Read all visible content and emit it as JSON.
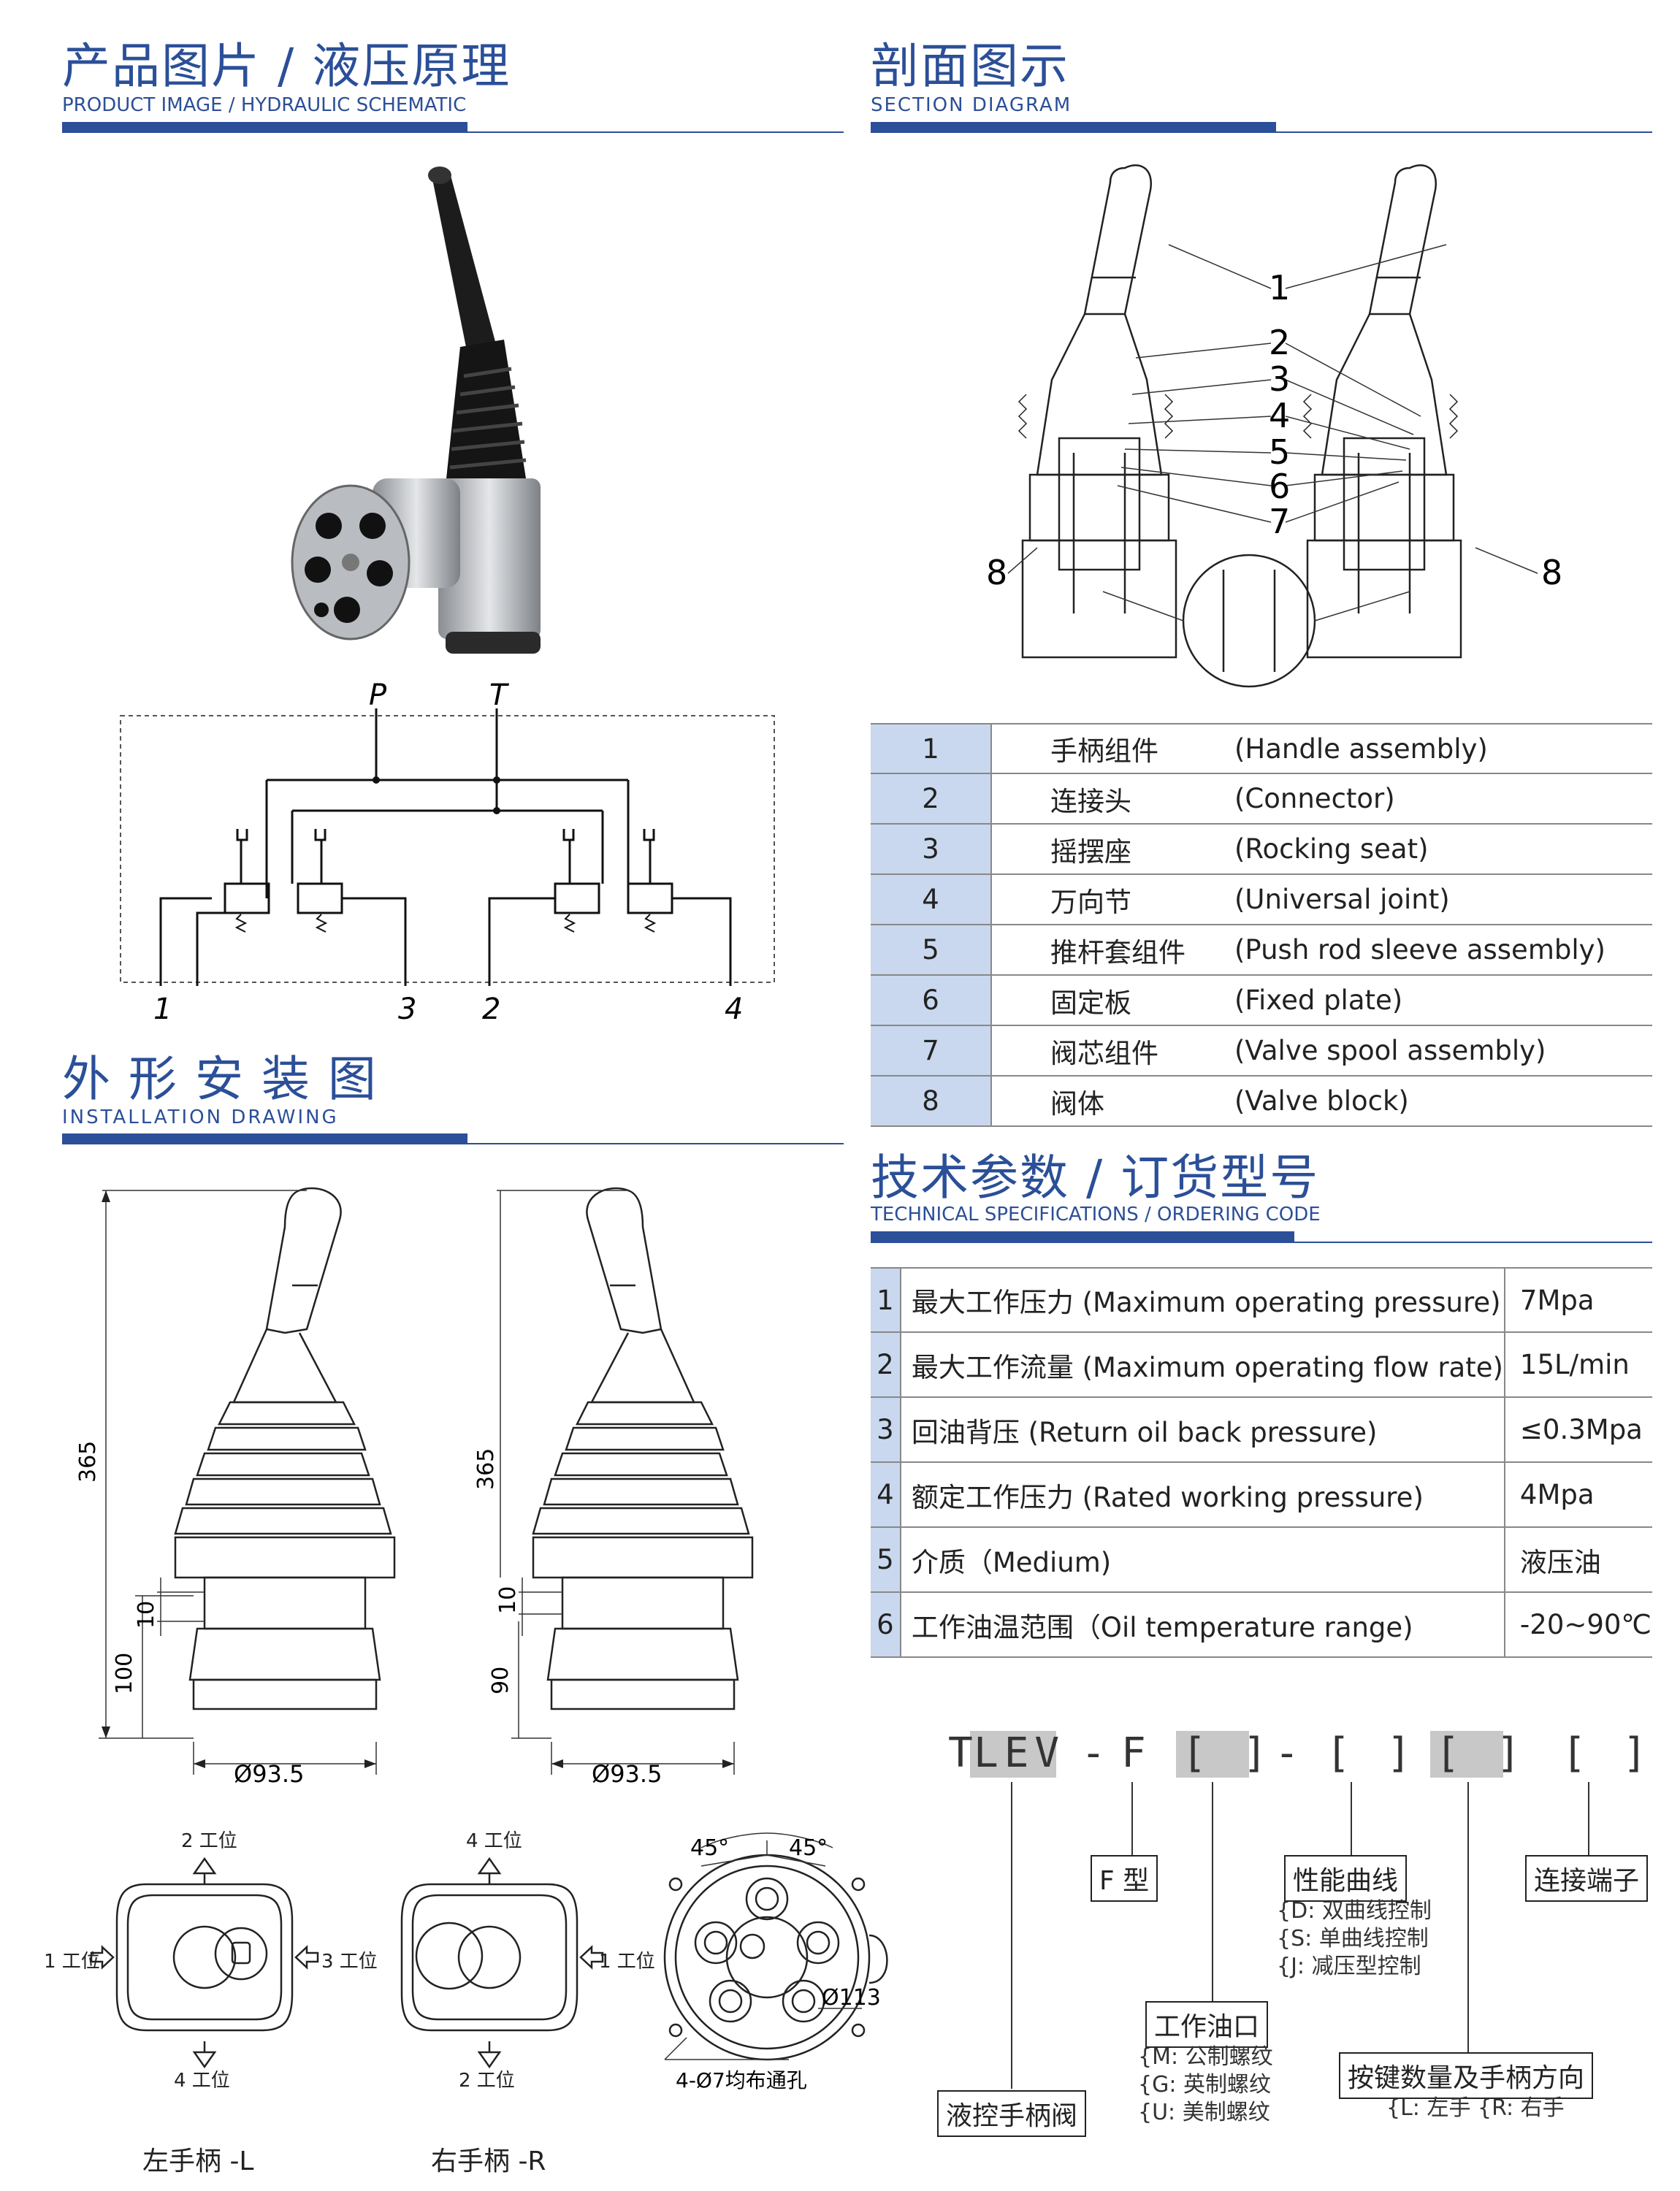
{
  "sections": {
    "product": {
      "cn": "产品图片 / 液压原理",
      "en": "PRODUCT IMAGE / HYDRAULIC SCHEMATIC"
    },
    "section": {
      "cn": "剖面图示",
      "en": "SECTION DIAGRAM"
    },
    "install": {
      "cn": "外 形 安 装 图",
      "en": "INSTALLATION DRAWING"
    },
    "specs": {
      "cn": "技术参数 / 订货型号",
      "en": "TECHNICAL SPECIFICATIONS / ORDERING CODE"
    }
  },
  "schematic": {
    "p": "P",
    "t": "T",
    "ports": [
      "1",
      "3",
      "2",
      "4"
    ]
  },
  "section_numbers": [
    "1",
    "2",
    "3",
    "4",
    "5",
    "6",
    "7",
    "8",
    "8"
  ],
  "parts": [
    {
      "no": "1",
      "cn": "手柄组件",
      "en": "(Handle assembly)"
    },
    {
      "no": "2",
      "cn": "连接头",
      "en": "(Connector)"
    },
    {
      "no": "3",
      "cn": "摇摆座",
      "en": "(Rocking seat)"
    },
    {
      "no": "4",
      "cn": "万向节",
      "en": "(Universal joint)"
    },
    {
      "no": "5",
      "cn": "推杆套组件",
      "en": "(Push rod sleeve assembly)"
    },
    {
      "no": "6",
      "cn": "固定板",
      "en": "(Fixed plate)"
    },
    {
      "no": "7",
      "cn": "阀芯组件",
      "en": "(Valve spool assembly)"
    },
    {
      "no": "8",
      "cn": "阀体",
      "en": "(Valve block)"
    }
  ],
  "specs": [
    {
      "no": "1",
      "desc": "最大工作压力 (Maximum operating pressure)",
      "val": "7Mpa"
    },
    {
      "no": "2",
      "desc": "最大工作流量 (Maximum operating flow rate)",
      "val": "15L/min"
    },
    {
      "no": "3",
      "desc": "回油背压 (Return oil back pressure)",
      "val": "≤0.3Mpa"
    },
    {
      "no": "4",
      "desc": "额定工作压力 (Rated working pressure)",
      "val": "4Mpa"
    },
    {
      "no": "5",
      "desc": "介质（Medium)",
      "val": "液压油"
    },
    {
      "no": "6",
      "desc": "工作油温范围（Oil temperature range)",
      "val": "-20~90℃"
    }
  ],
  "dimensions": {
    "left": {
      "height": "365",
      "d10": "10",
      "d100": "100",
      "dia": "Ø93.5"
    },
    "right": {
      "height": "365",
      "d10": "10",
      "d90": "90",
      "dia": "Ø93.5"
    },
    "base": {
      "angle1": "45°",
      "angle2": "45°",
      "dia": "Ø113",
      "holes": "4-Ø7均布通孔"
    }
  },
  "positions": {
    "left": {
      "top": "2 工位",
      "left": "1 工位",
      "right": "3 工位",
      "bottom": "4 工位",
      "caption": "左手柄 -L"
    },
    "right": {
      "top": "4 工位",
      "right": "1 工位",
      "bottom": "2 工位",
      "caption": "右手柄 -R"
    }
  },
  "ordering": {
    "code": {
      "t": "T",
      "lev": "LEV",
      "dash1": "-",
      "f": "F",
      "b1": "[ ]",
      "dash2": "-",
      "b2": "[ ]",
      "b3": "[ ]",
      "b4": "[ ]"
    },
    "labels": {
      "valve": "液控手柄阀",
      "ftype": "F 型",
      "port": "工作油口",
      "curve": "性能曲线",
      "buttons": "按键数量及手柄方向",
      "terminal": "连接端子"
    },
    "curve_opts": [
      "{D: 双曲线控制",
      "{S: 单曲线控制",
      "{J: 减压型控制"
    ],
    "port_opts": [
      "{M: 公制螺纹",
      "{G: 英制螺纹",
      "{U: 美制螺纹"
    ],
    "button_opts": "{L: 左手 {R: 右手"
  },
  "colors": {
    "brand": "#2b4f98",
    "table_num_bg": "#c9d8ee",
    "code_highlight": "#c8c8c8"
  }
}
